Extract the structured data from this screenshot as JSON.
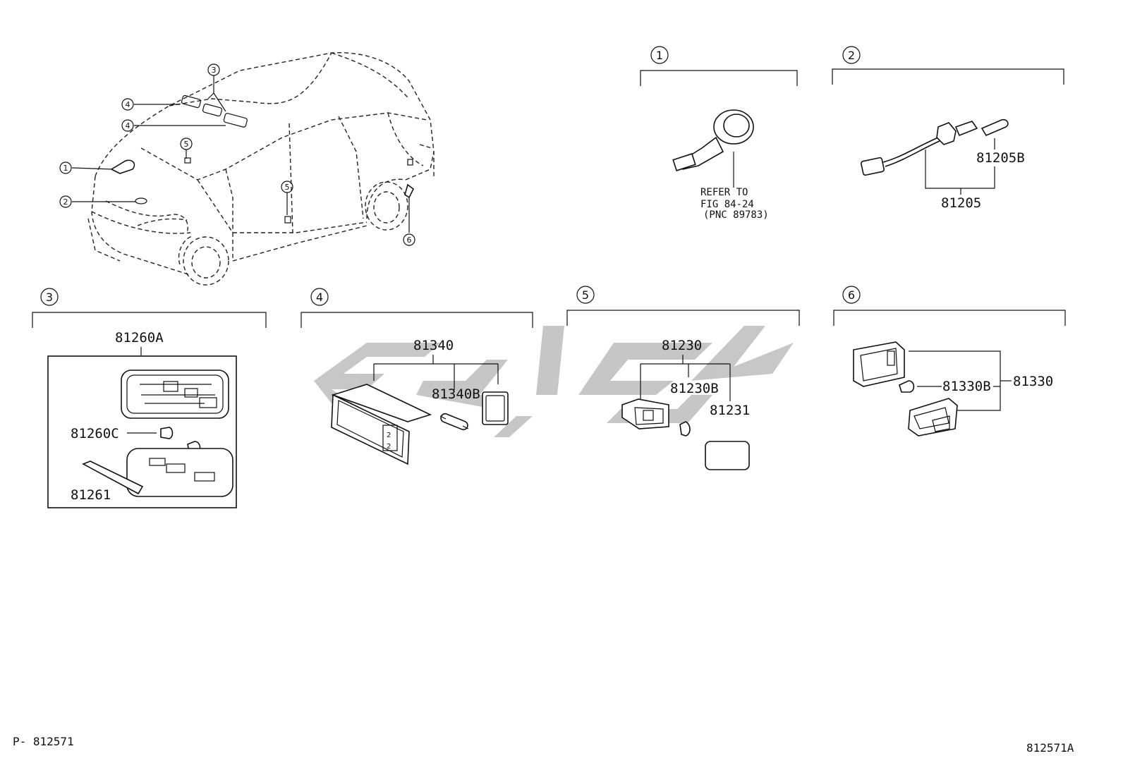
{
  "diagram": {
    "car_callouts": [
      "1",
      "2",
      "3",
      "4",
      "4",
      "5",
      "5",
      "6"
    ],
    "sections": [
      {
        "id": "1",
        "number": "1"
      },
      {
        "id": "2",
        "number": "2"
      },
      {
        "id": "3",
        "number": "3"
      },
      {
        "id": "4",
        "number": "4"
      },
      {
        "id": "5",
        "number": "5"
      },
      {
        "id": "6",
        "number": "6"
      }
    ],
    "reference_note": {
      "line1": "REFER TO",
      "line2": "FIG 84-24",
      "line3": "(PNC 89783)"
    },
    "part_numbers": {
      "p81205B": "81205B",
      "p81205": "81205",
      "p81260A": "81260A",
      "p81260C": "81260C",
      "p81261": "81261",
      "p81340": "81340",
      "p81340B": "81340B",
      "p81230": "81230",
      "p81230B": "81230B",
      "p81231": "81231",
      "p81330B": "81330B",
      "p81330": "81330"
    },
    "footer": {
      "left": "P- 812571",
      "right": "812571A"
    },
    "colors": {
      "line": "#111111",
      "watermark": "#bdbdbd",
      "background": "#ffffff"
    }
  }
}
